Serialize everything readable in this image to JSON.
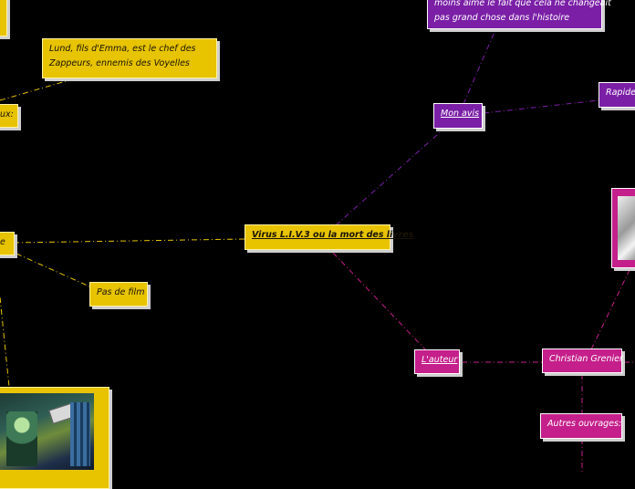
{
  "colors": {
    "background": "#000000",
    "yellow": "#e7c300",
    "purple": "#7a1fa6",
    "magenta": "#c41f8a",
    "yellow_link": "#e7c300",
    "purple_link": "#7a1fa6",
    "magenta_link": "#c41f8a"
  },
  "nodes": {
    "central": "Virus L.I.V.3 ou la mort des livres",
    "lund": "Lund, fils d'Emma, est le chef des",
    "lund_line2": "Zappeurs, ennemis des Voyelles",
    "left_partial_top": "ux:",
    "left_partial_mid": "e",
    "pas_de_film": "Pas de film",
    "avis_line1": "moins aimé le fait que cela ne changeait",
    "avis_line2": "pas grand chose dans l'histoire",
    "mon_avis": "Mon avis",
    "rapide": "Rapide d",
    "auteur": "L'auteur",
    "christian": "Christian Grenier",
    "autres": "Autres ouvrages:"
  },
  "images": {
    "author_photo": "author-photo",
    "book_cover": "book-cover"
  }
}
